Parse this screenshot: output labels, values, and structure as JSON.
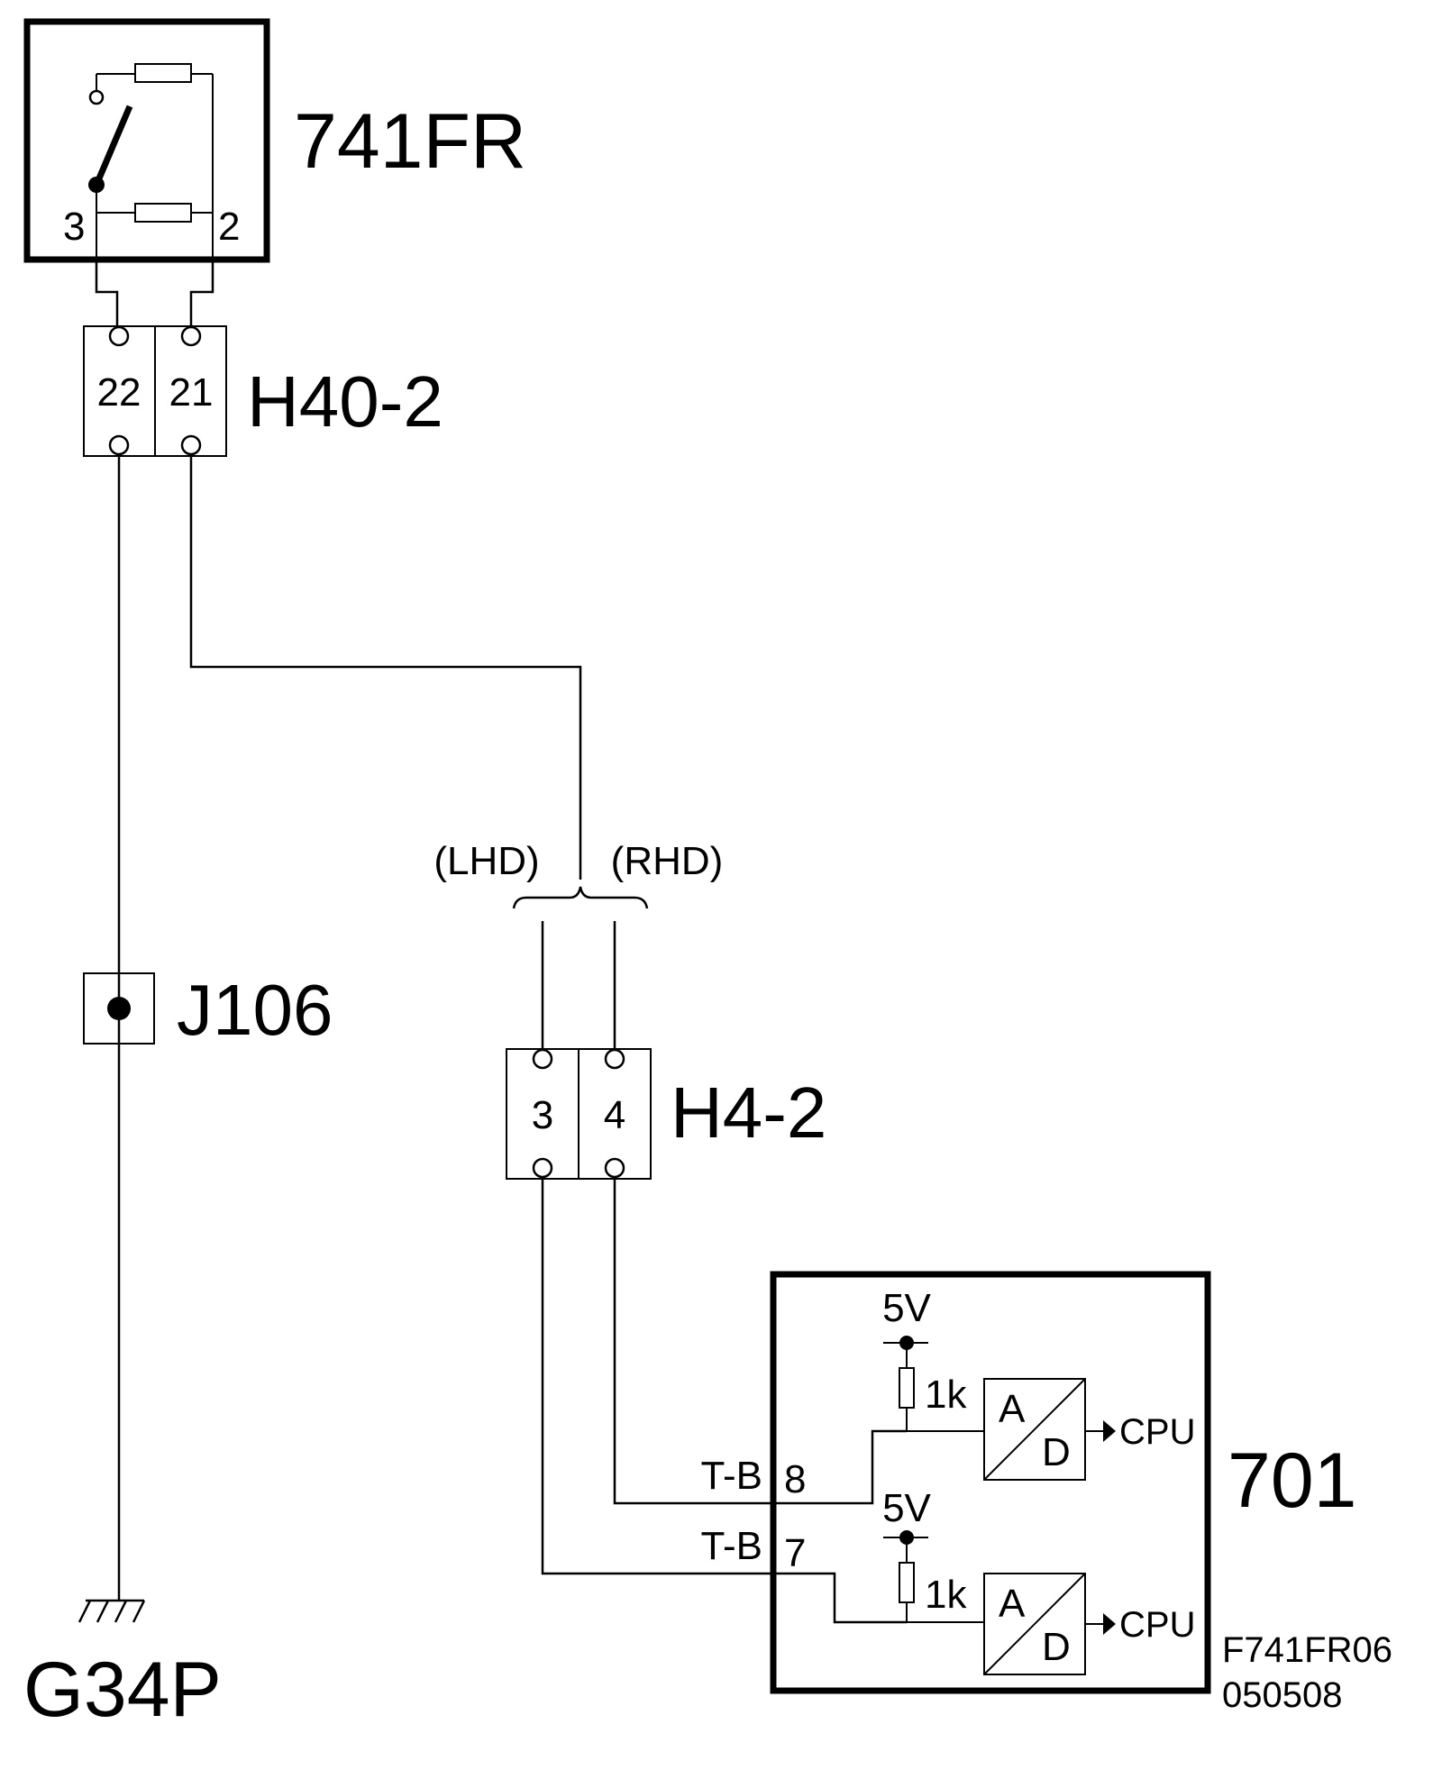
{
  "components": {
    "switch_unit": {
      "label": "741FR",
      "pin_left": "3",
      "pin_right": "2"
    },
    "connector_h40": {
      "label": "H40-2",
      "pin_left": "22",
      "pin_right": "21"
    },
    "junction": {
      "label": "J106"
    },
    "connector_h4": {
      "label": "H4-2",
      "pin_left": "3",
      "pin_right": "4"
    },
    "variant_left": "(LHD)",
    "variant_right": "(RHD)",
    "ground": {
      "label": "G34P"
    },
    "control_unit": {
      "label": "701",
      "terminal_8": {
        "name": "T-B",
        "pin": "8"
      },
      "terminal_7": {
        "name": "T-B",
        "pin": "7"
      },
      "supply_top": "5V",
      "supply_bottom": "5V",
      "resistor_top": "1k",
      "resistor_bottom": "1k",
      "adc_top": {
        "in": "A",
        "out": "D",
        "target": "CPU"
      },
      "adc_bottom": {
        "in": "A",
        "out": "D",
        "target": "CPU"
      }
    }
  },
  "figure_code": "F741FR06",
  "figure_date": "050508"
}
